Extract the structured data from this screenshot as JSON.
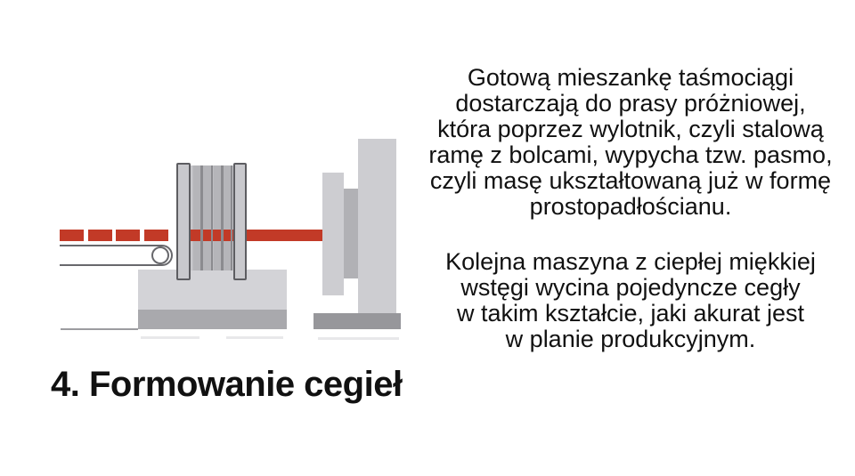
{
  "slide": {
    "title": "4. Formowanie cegieł",
    "paragraph1": {
      "lines": [
        "Gotową mieszankę taśmociągi",
        "dostarczają do prasy próżniowej,",
        "która poprzez wylotnik, czyli stalową",
        "ramę z bolcami, wypycha tzw. pasmo,",
        "czyli masę ukształtowaną już w formę",
        "prostopadłościanu."
      ]
    },
    "paragraph2": {
      "lines": [
        "Kolejna maszyna z ciepłej miękkiej",
        "wstęgi wycina pojedyncze cegły",
        "w takim kształcie, jaki akurat jest",
        "w planie produkcyjnym."
      ]
    }
  },
  "colors": {
    "background": "#ffffff",
    "text": "#111111",
    "brick_red": "#c23a27",
    "machine_light_gray": "#cdcdd1",
    "machine_mid_gray": "#b1b1b5",
    "machine_dark_gray": "#97979b",
    "base_light_gray": "#d3d3d7",
    "base_mid_gray": "#a9a9ad",
    "outline_gray": "#5d5d61",
    "belt_outline": "#68686c",
    "wire_gray": "#8b8b8f",
    "ground_line": "#9c9ca0",
    "shadow": "#e8e8ea"
  }
}
